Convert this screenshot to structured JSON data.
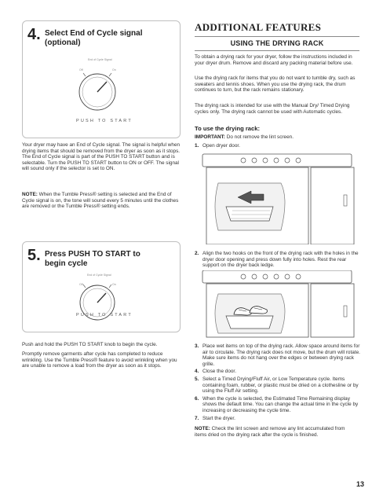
{
  "left": {
    "step4": {
      "number": "4.",
      "title_line1": "Select End of Cycle signal",
      "title_line2": "(optional)",
      "dial_label": "End of Cycle Signal",
      "dial_off": "Off",
      "dial_on": "On",
      "push_to_start": "PUSH TO START"
    },
    "step4_body": "Your dryer may have an End of Cycle signal. The signal is helpful when drying items that should be removed from the dryer as soon as it stops. The End of Cycle signal is part of the PUSH TO START button and is selectable. Turn the PUSH TO START button to ON or OFF. The signal will sound only if the selector is set to ON.",
    "step4_note_label": "NOTE:",
    "step4_note": " When the Tumble Press® setting is selected and the End of Cycle signal is on, the tone will sound every 5 minutes until the clothes are removed or the Tumble Press® setting ends.",
    "step5": {
      "number": "5.",
      "title_line1": "Press PUSH TO START to",
      "title_line2": "begin cycle",
      "dial_label": "End of Cycle Signal",
      "dial_off": "Off",
      "dial_on": "On",
      "push_to_start": "PUSH TO START"
    },
    "step5_body1": "Push and hold the PUSH TO START knob to begin the cycle.",
    "step5_body2": "Promptly remove garments after cycle has completed to reduce wrinkling. Use the Tumble Press® feature to avoid wrinkling when you are unable to remove a load from the dryer as soon as it stops."
  },
  "right": {
    "heading": "ADDITIONAL FEATURES",
    "subheading": "USING THE DRYING RACK",
    "p1": "To obtain a drying rack for your dryer, follow the instructions included in your dryer drum. Remove and discard any packing material before use.",
    "p2": "Use the drying rack for items that you do not want to tumble dry, such as sweaters and tennis shoes. When you use the drying rack, the drum continues to turn, but the rack remains stationary.",
    "p3": "The drying rack is intended for use with the Manual Dry/ Timed Drying cycles only. The drying rack cannot be used with Automatic cycles.",
    "howto_title": "To use the drying rack:",
    "important_label": "IMPORTANT:",
    "important_text": " Do not remove the lint screen.",
    "steps": [
      {
        "n": "1.",
        "text": "Open dryer door."
      },
      {
        "n": "2.",
        "text": "Align the two hooks on the front of the drying rack with the holes in the dryer door opening and press down fully into holes. Rest the rear support on the dryer back ledge."
      },
      {
        "n": "3.",
        "text": "Place wet items on top of the drying rack. Allow space around items for air to circulate. The drying rack does not move, but the drum will rotate. Make sure items do not hang over the edges or between drying rack grille."
      },
      {
        "n": "4.",
        "text": "Close the door."
      },
      {
        "n": "5.",
        "text": "Select a Timed Drying/Fluff Air, or Low Temperature cycle. Items containing foam, rubber, or plastic must be dried on a clothesline or by using the Fluff Air setting."
      },
      {
        "n": "6.",
        "text": "When the cycle is selected, the Estimated Time Remaining display shows the default time. You can change the actual time in the cycle by increasing or decreasing the cycle time."
      },
      {
        "n": "7.",
        "text": "Start the dryer."
      }
    ],
    "note_label": "NOTE:",
    "note_text": " Check the lint screen and remove any lint accumulated from items dried on the drying rack after the cycle is finished."
  },
  "page_number": "13"
}
